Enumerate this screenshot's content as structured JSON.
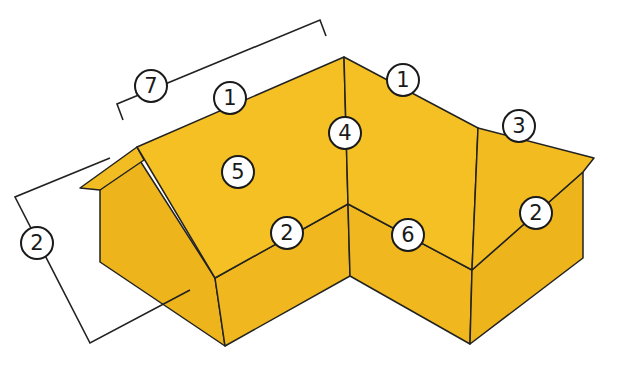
{
  "diagram": {
    "labels": [
      "7",
      "1",
      "1",
      "3",
      "4",
      "5",
      "2",
      "6",
      "2",
      "2"
    ]
  }
}
